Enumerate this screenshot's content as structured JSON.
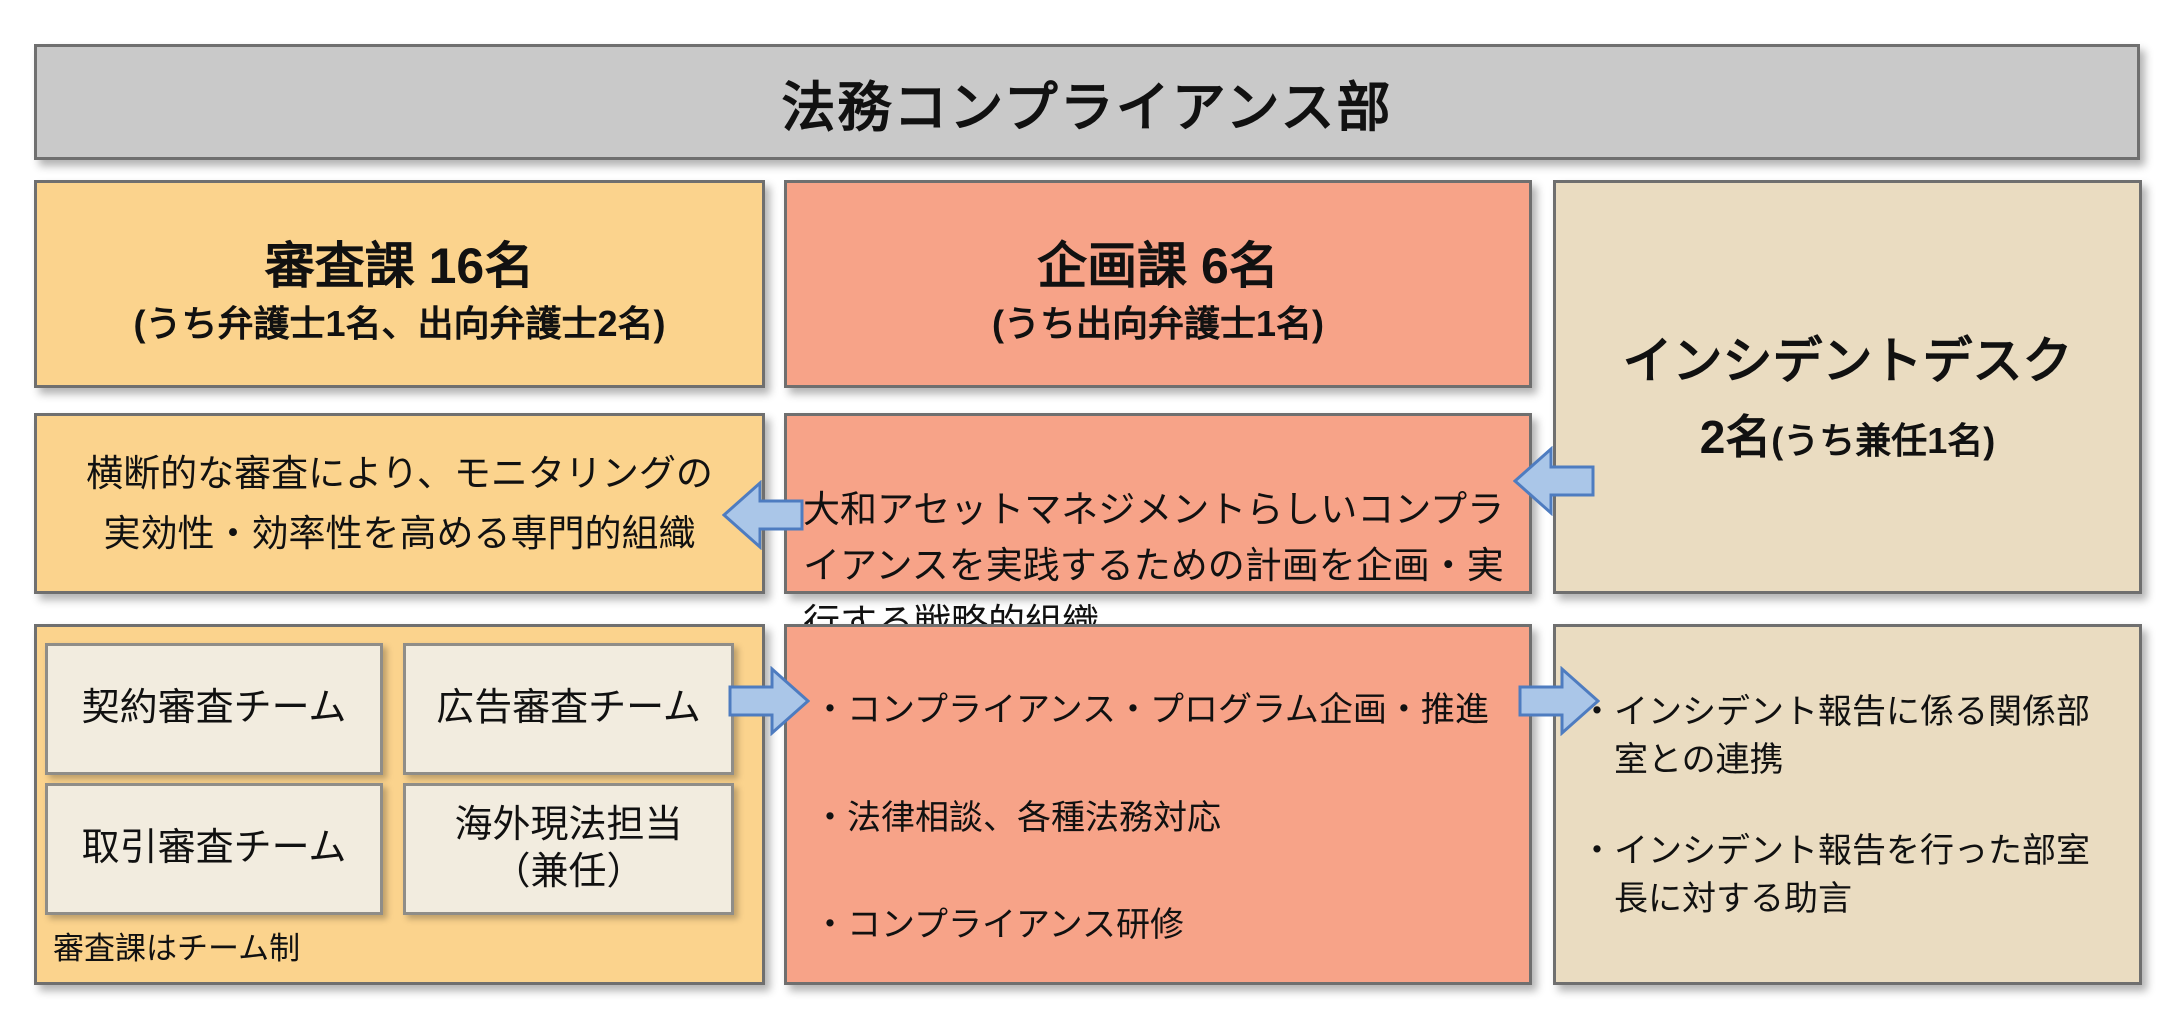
{
  "header": {
    "title": "法務コンプライアンス部"
  },
  "columns": [
    {
      "name": "審査課",
      "header": {
        "title": "審査課 16名",
        "subtitle": "(うち弁護士1名、出向弁護士2名)"
      },
      "description": "横断的な審査により、モニタリングの\n実効性・効率性を高める専門的組織",
      "teams": [
        "契約審査チーム",
        "広告審査チーム",
        "取引審査チーム",
        "海外現法担当\n（兼任）"
      ],
      "note": "審査課はチーム制"
    },
    {
      "name": "企画課",
      "header": {
        "title": "企画課 6名",
        "subtitle": "(うち出向弁護士1名)"
      },
      "description": "大和アセットマネジメントらしいコンプラ\nイアンスを実践するための計画を企画・実\n行する戦略的組織",
      "bullets": [
        "・コンプライアンス・プログラム企画・推進",
        "・法律相談、各種法務対応",
        "・コンプライアンス研修"
      ]
    },
    {
      "name": "インシデントデスク",
      "header": {
        "title": "インシデントデスク",
        "count": "2名",
        "count_note": "(うち兼任1名)"
      },
      "bullets": [
        "・インシデント報告に係る関係部\n室との連携",
        "・インシデント報告を行った部室\n長に対する助言"
      ]
    }
  ],
  "colors": {
    "header_bg": "#C9C9C9",
    "review_bg": "#FBD38D",
    "planning_bg": "#F7A388",
    "incident_bg": "#EADCC1",
    "team_box_bg": "#F2ECDF",
    "box_border": "#6F6F6F",
    "arrow_fill": "#AAC6E8",
    "arrow_stroke": "#4E7CC0"
  }
}
